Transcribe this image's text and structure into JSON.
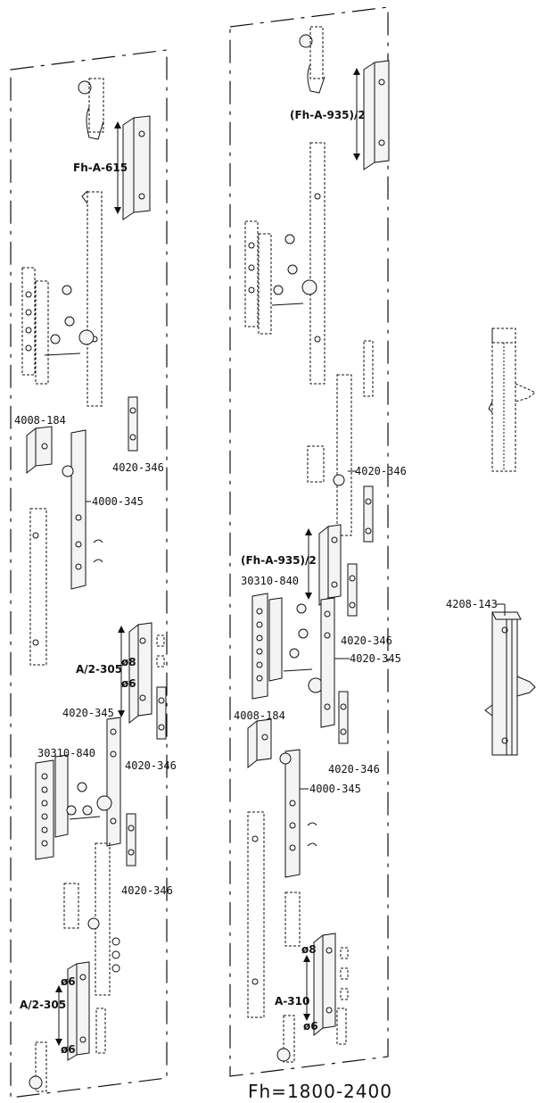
{
  "footer": "Fh=1800-2400",
  "left_panel": {
    "dimension_top": "Fh-A-615",
    "labels": {
      "p4008_184": "4008-184",
      "p4020_346_a": "4020-346",
      "p4000_345": "4000-345",
      "dimension_mid": "A/2-305",
      "phi8": "ø8",
      "phi6_a": "ø6",
      "p4020_345": "4020-345",
      "p30310_840": "30310-840",
      "p4020_346_b": "4020-346",
      "p4020_346_c": "4020-346",
      "phi6_b": "ø6",
      "dimension_bot": "A/2-305",
      "phi6_c": "ø6"
    }
  },
  "middle_panel": {
    "dimension_top": "(Fh-A-935)/2",
    "labels": {
      "p4020_346_a": "4020-346",
      "dimension_mid": "(Fh-A-935)/2",
      "p30310_840": "30310-840",
      "p4020_346_b": "4020-346",
      "p4020_345": "4020-345",
      "p4008_184": "4008-184",
      "p4020_346_c": "4020-346",
      "p4000_345": "4000-345",
      "phi8": "ø8",
      "dimension_bot": "A-310",
      "phi6": "ø6"
    }
  },
  "right_panel": {
    "p4208_143": "4208-143"
  }
}
